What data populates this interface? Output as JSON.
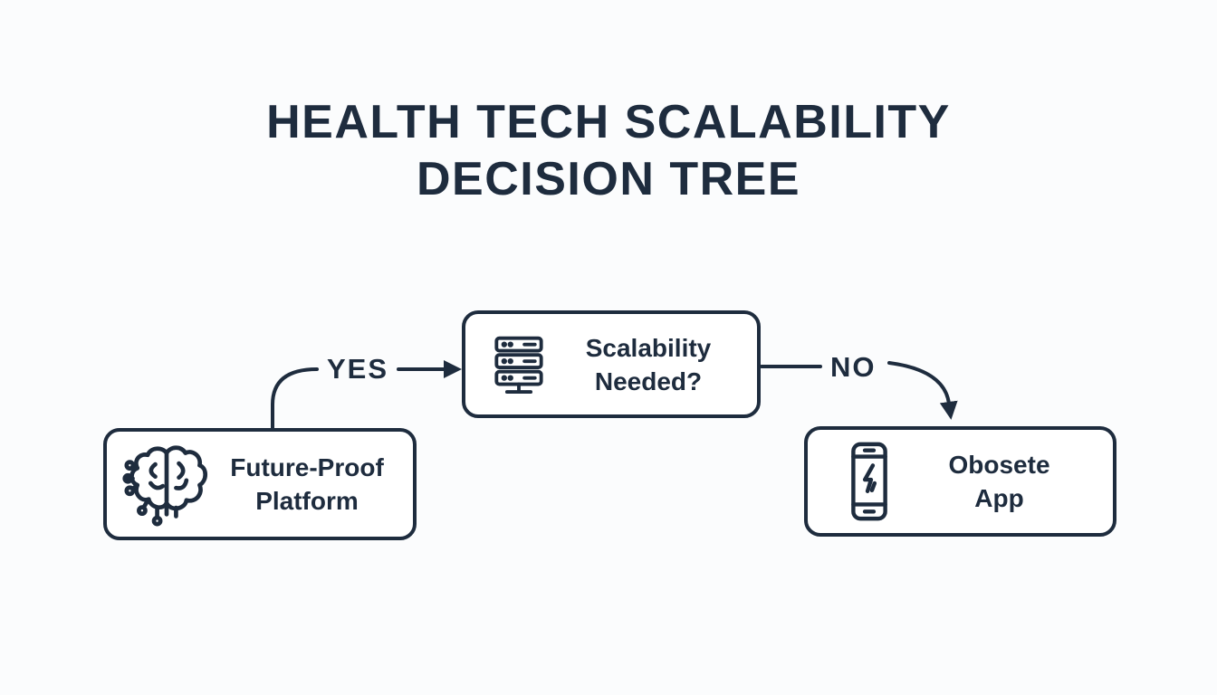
{
  "title": {
    "lines": [
      "HEALTH TECH SCALABILITY",
      "DECISION TREE"
    ]
  },
  "colors": {
    "ink": "#1e2c3e",
    "background": "#fbfcfd",
    "node_fill": "#ffffff"
  },
  "edges": {
    "yes_label": "YES",
    "no_label": "NO"
  },
  "nodes": {
    "decision": {
      "icon": "server-rack-icon",
      "label": "Scalability Needed?",
      "label_lines": [
        "Scalability",
        "Needed?"
      ]
    },
    "yes_outcome": {
      "icon": "ai-brain-icon",
      "label": "Future-Proof Platform",
      "label_lines": [
        "Future-Proof",
        "Platform"
      ]
    },
    "no_outcome": {
      "icon": "broken-phone-icon",
      "label": "Obosete App",
      "label_lines": [
        "Obosete",
        "App"
      ]
    }
  }
}
